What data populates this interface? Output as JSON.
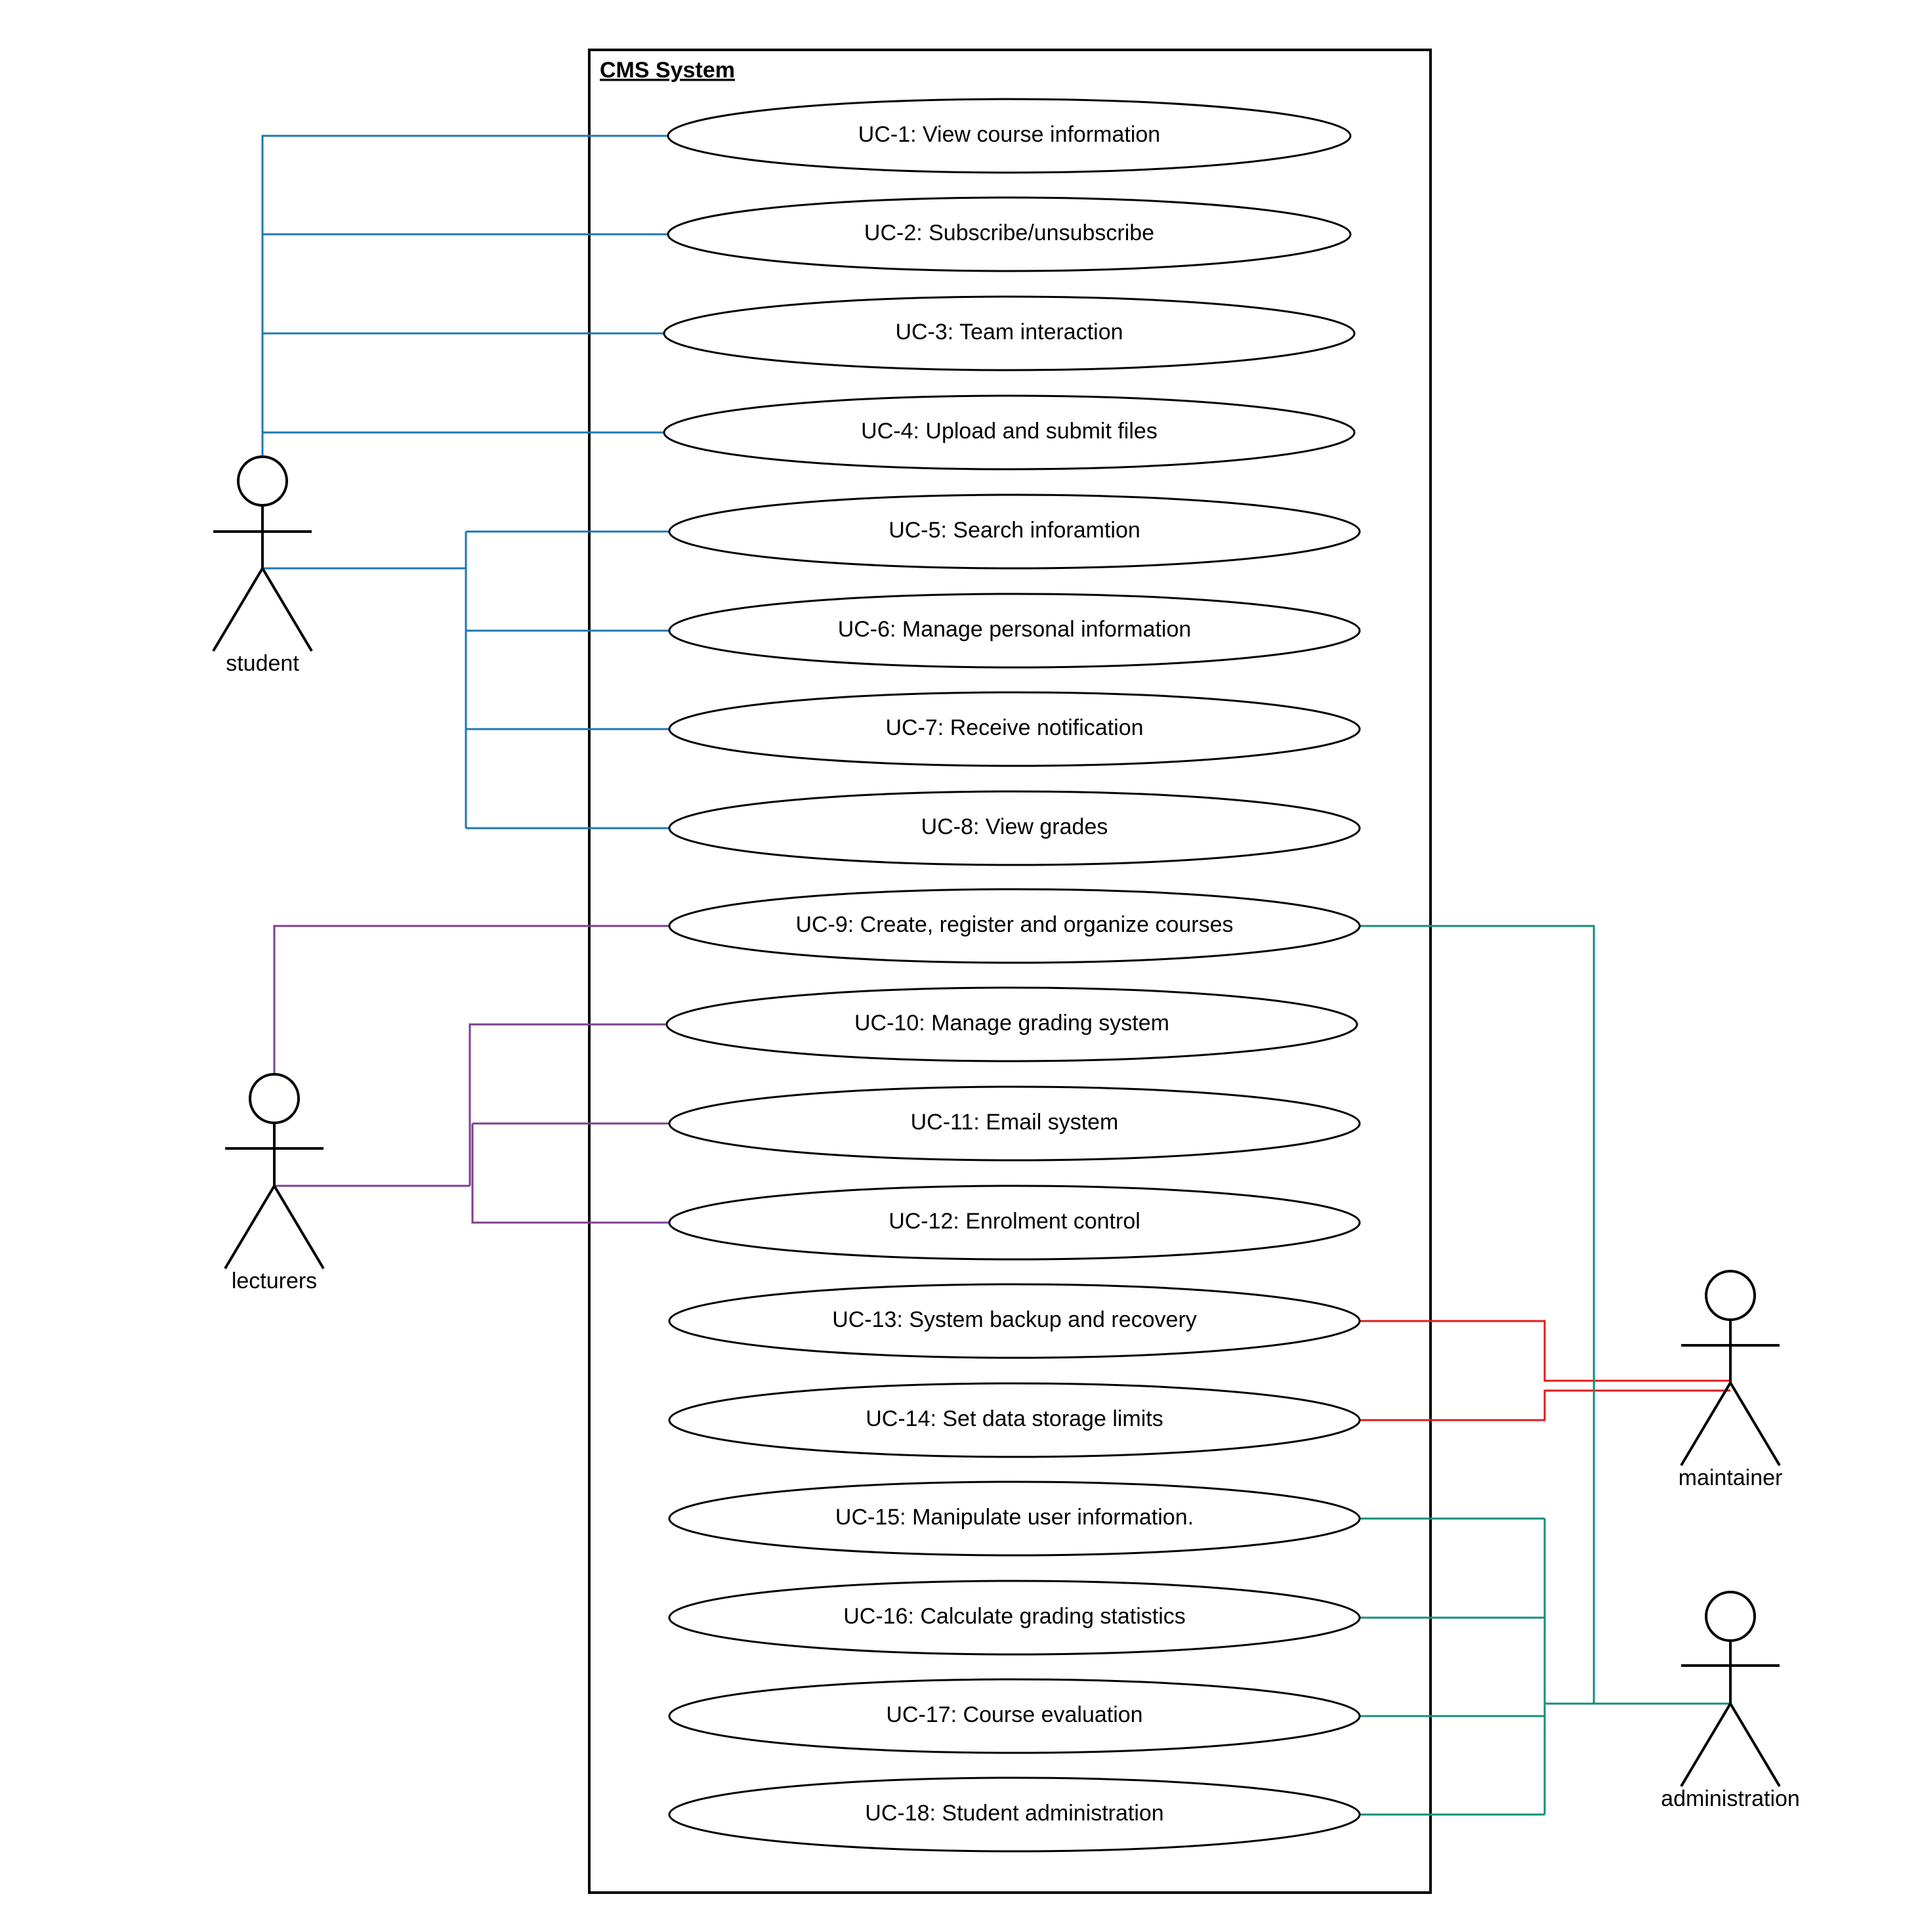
{
  "system": {
    "title": "CMS System"
  },
  "actors": {
    "student": {
      "label": "student"
    },
    "lecturers": {
      "label": "lecturers"
    },
    "maintainer": {
      "label": "maintainer"
    },
    "administration": {
      "label": "administration"
    }
  },
  "use_cases": [
    "UC-1: View course information",
    "UC-2: Subscribe/unsubscribe",
    "UC-3: Team interaction",
    "UC-4: Upload and submit files",
    "UC-5: Search inforamtion",
    "UC-6: Manage personal information",
    "UC-7: Receive notification",
    "UC-8: View grades",
    "UC-9: Create, register and organize courses",
    "UC-10: Manage grading system",
    "UC-11: Email system",
    "UC-12: Enrolment control",
    "UC-13: System backup and recovery",
    "UC-14: Set data storage limits",
    "UC-15: Manipulate user information.",
    "UC-16: Calculate grading statistics",
    "UC-17: Course evaluation",
    "UC-18:  Student administration"
  ],
  "colors": {
    "student": "#1f77b4",
    "lecturers": "#7e3f8f",
    "maintainer": "#e31a1c",
    "administration": "#138f7a"
  }
}
